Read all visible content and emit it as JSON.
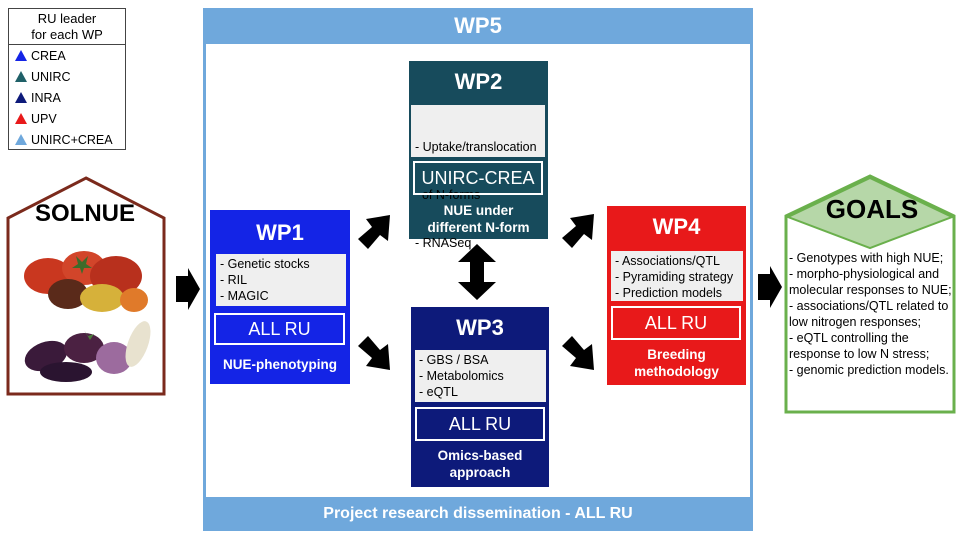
{
  "legend": {
    "title": "RU leader\nfor each WP",
    "items": [
      {
        "label": "CREA",
        "color": "#1424e6"
      },
      {
        "label": "UNIRC",
        "color": "#1f6068"
      },
      {
        "label": "INRA",
        "color": "#0d1a7a"
      },
      {
        "label": "UPV",
        "color": "#e8191a"
      },
      {
        "label": "UNIRC+CREA",
        "color": "#6fa8dc"
      }
    ]
  },
  "wp5": {
    "title": "WP5",
    "footer": "Project research dissemination - ALL RU"
  },
  "wp1": {
    "title": "WP1",
    "items": [
      "- Genetic stocks",
      "- RIL",
      "- MAGIC"
    ],
    "lead": "ALL RU",
    "subtitle": "NUE-phenotyping"
  },
  "wp2": {
    "title": "WP2",
    "items": [
      "- Uptake/translocation",
      "  of N-forms",
      "- RNASeq"
    ],
    "lead": "UNIRC-CREA",
    "subtitle": "NUE under\ndifferent N-form"
  },
  "wp3": {
    "title": "WP3",
    "items": [
      "- GBS / BSA",
      "- Metabolomics",
      "- eQTL"
    ],
    "lead": "ALL RU",
    "subtitle": "Omics-based\napproach"
  },
  "wp4": {
    "title": "WP4",
    "items": [
      "- Associations/QTL",
      "- Pyramiding strategy",
      "- Prediction models"
    ],
    "lead": "ALL RU",
    "subtitle": "Breeding\nmethodology"
  },
  "solnue": {
    "title": "SOLNUE"
  },
  "goals": {
    "title": "GOALS",
    "items": [
      "- Genotypes with high NUE;",
      "- morpho-physiological and molecular responses to NUE;",
      "- associations/QTL related to low nitrogen responses;",
      "- eQTL controlling the response to low N stress;",
      "- genomic prediction models."
    ]
  },
  "colors": {
    "wp5_blue": "#6fa8dc",
    "solnue_border": "#7b2a1c",
    "goals_green": "#6ab04c",
    "goals_fill": "#b6d7a8"
  }
}
